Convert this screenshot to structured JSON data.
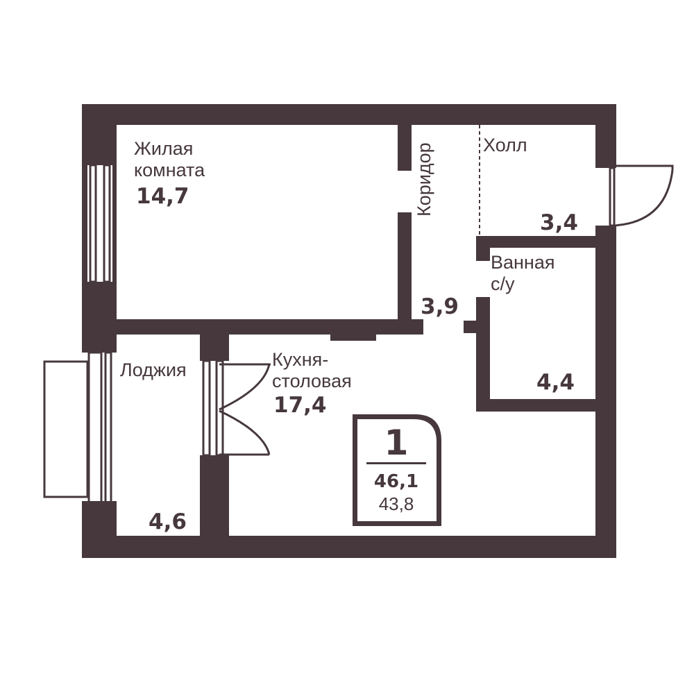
{
  "rooms": {
    "living": {
      "name_line1": "Жилая",
      "name_line2": "комната",
      "area": "14,7"
    },
    "corridor": {
      "name": "Коридор",
      "area": "3,9"
    },
    "hall": {
      "name": "Холл",
      "area": "3,4"
    },
    "bathroom": {
      "name_line1": "Ванная",
      "name_line2": "с/у",
      "area": "4,4"
    },
    "kitchen": {
      "name_line1": "Кухня-",
      "name_line2": "столовая",
      "area": "17,4"
    },
    "loggia": {
      "name": "Лоджия",
      "area": "4,6"
    }
  },
  "summary": {
    "room_count": "1",
    "total_area": "46,1",
    "living_area": "43,8"
  },
  "colors": {
    "wall": "#46383d",
    "background": "#ffffff"
  }
}
